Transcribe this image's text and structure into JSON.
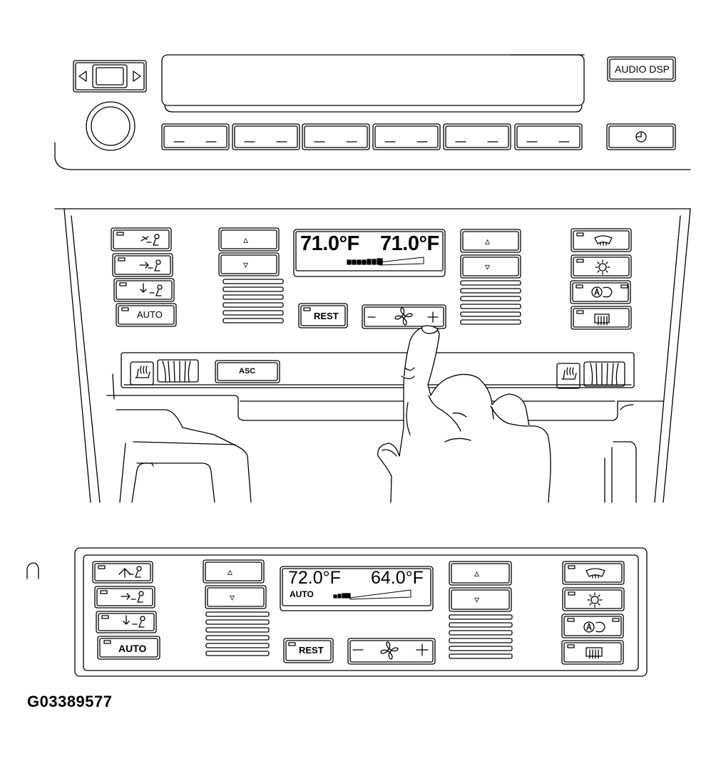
{
  "radio": {
    "audio_dsp_label": "AUDIO  DSP"
  },
  "climate_main": {
    "temp_left": "71.0°F",
    "temp_right": "71.0°F",
    "auto_label": "AUTO",
    "rest_label": "REST",
    "asc_label": "ASC"
  },
  "climate_detail": {
    "temp_left": "72.0°F",
    "temp_right": "64.0°F",
    "mode_label": "AUTO",
    "auto_label": "AUTO",
    "rest_label": "REST"
  },
  "figure_id": "G03389577",
  "icons": {
    "up": "▵",
    "down": "▿",
    "minus": "−",
    "plus": "+"
  }
}
